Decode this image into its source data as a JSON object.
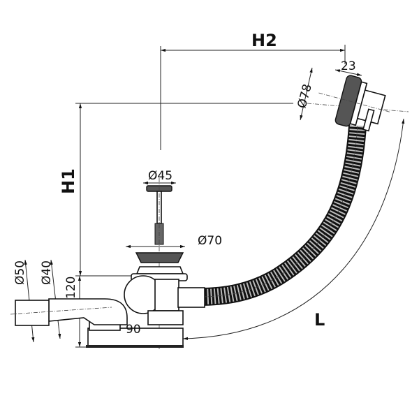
{
  "dimensions": {
    "h2": "H2",
    "h1": "H1",
    "overflow_width": "23",
    "overflow_diameter": "Ø78",
    "plug_diameter": "Ø45",
    "flange_diameter": "Ø70",
    "outlet_outer_diameter": "Ø50",
    "outlet_inner_diameter": "Ø40",
    "trap_height": "120",
    "outlet_offset": "90",
    "hose_length": "L"
  }
}
